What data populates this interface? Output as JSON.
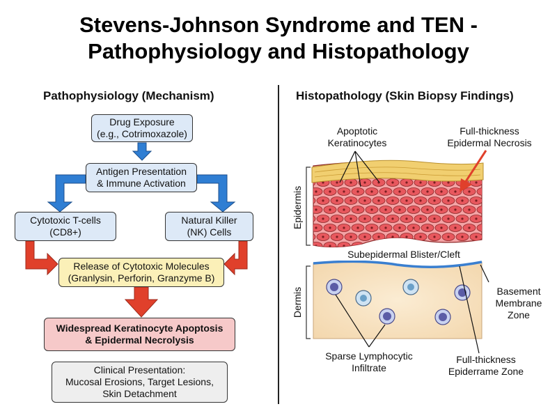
{
  "title": {
    "line1": "Stevens-Johnson Syndrome and TEN -",
    "line2": "Pathophysiology and Histopathology"
  },
  "pathophysiology": {
    "heading": "Pathophysiology (Mechanism)",
    "drug_exposure": "Drug Exposure\n(e.g., Cotrimoxazole)",
    "antigen": "Antigen Presentation\n& Immune Activation",
    "tcells": "Cytotoxic T-cells\n(CD8+)",
    "nk": "Natural Killer\n(NK) Cells",
    "release": "Release of Cytotoxic Molecules\n(Granlysin, Perforin, Granzyme B)",
    "apoptosis": "Widespread Keratinocyte Apoptosis\n& Epidermal Necrolysis",
    "clinical": "Clinical Presentation:\nMucosal Erosions, Target Lesions,\nSkin Detachment"
  },
  "histopathology": {
    "heading": "Histopathology (Skin Biopsy Findings)",
    "apoptotic": "Apoptotic\nKeratinocytes",
    "necrosis": "Full-thickness\nEpidermal Necrosis",
    "epidermis": "Epidermis",
    "blister": "Subepidermal Blister/Cleft",
    "dermis": "Dermis",
    "basement": "Basement\nMembrane\nZone",
    "lymphocytic": "Sparse Lymphocytic\nInfiltrate",
    "epiderrame": "Full-thickness\nEpiderrame Zone"
  },
  "colors": {
    "flow_box": "#dde9f7",
    "release_box": "#fbf0b8",
    "apoptosis_box": "#f6c9c9",
    "clinical_box": "#eeeeee",
    "blue_arrow": "#2f7ed3",
    "red_arrow": "#e0402b",
    "epidermis_cell": "#e8585e",
    "stratum_corneum": "#f1cf70",
    "dermis": "#f8e4c4",
    "basement_line": "#3a7fd0"
  }
}
